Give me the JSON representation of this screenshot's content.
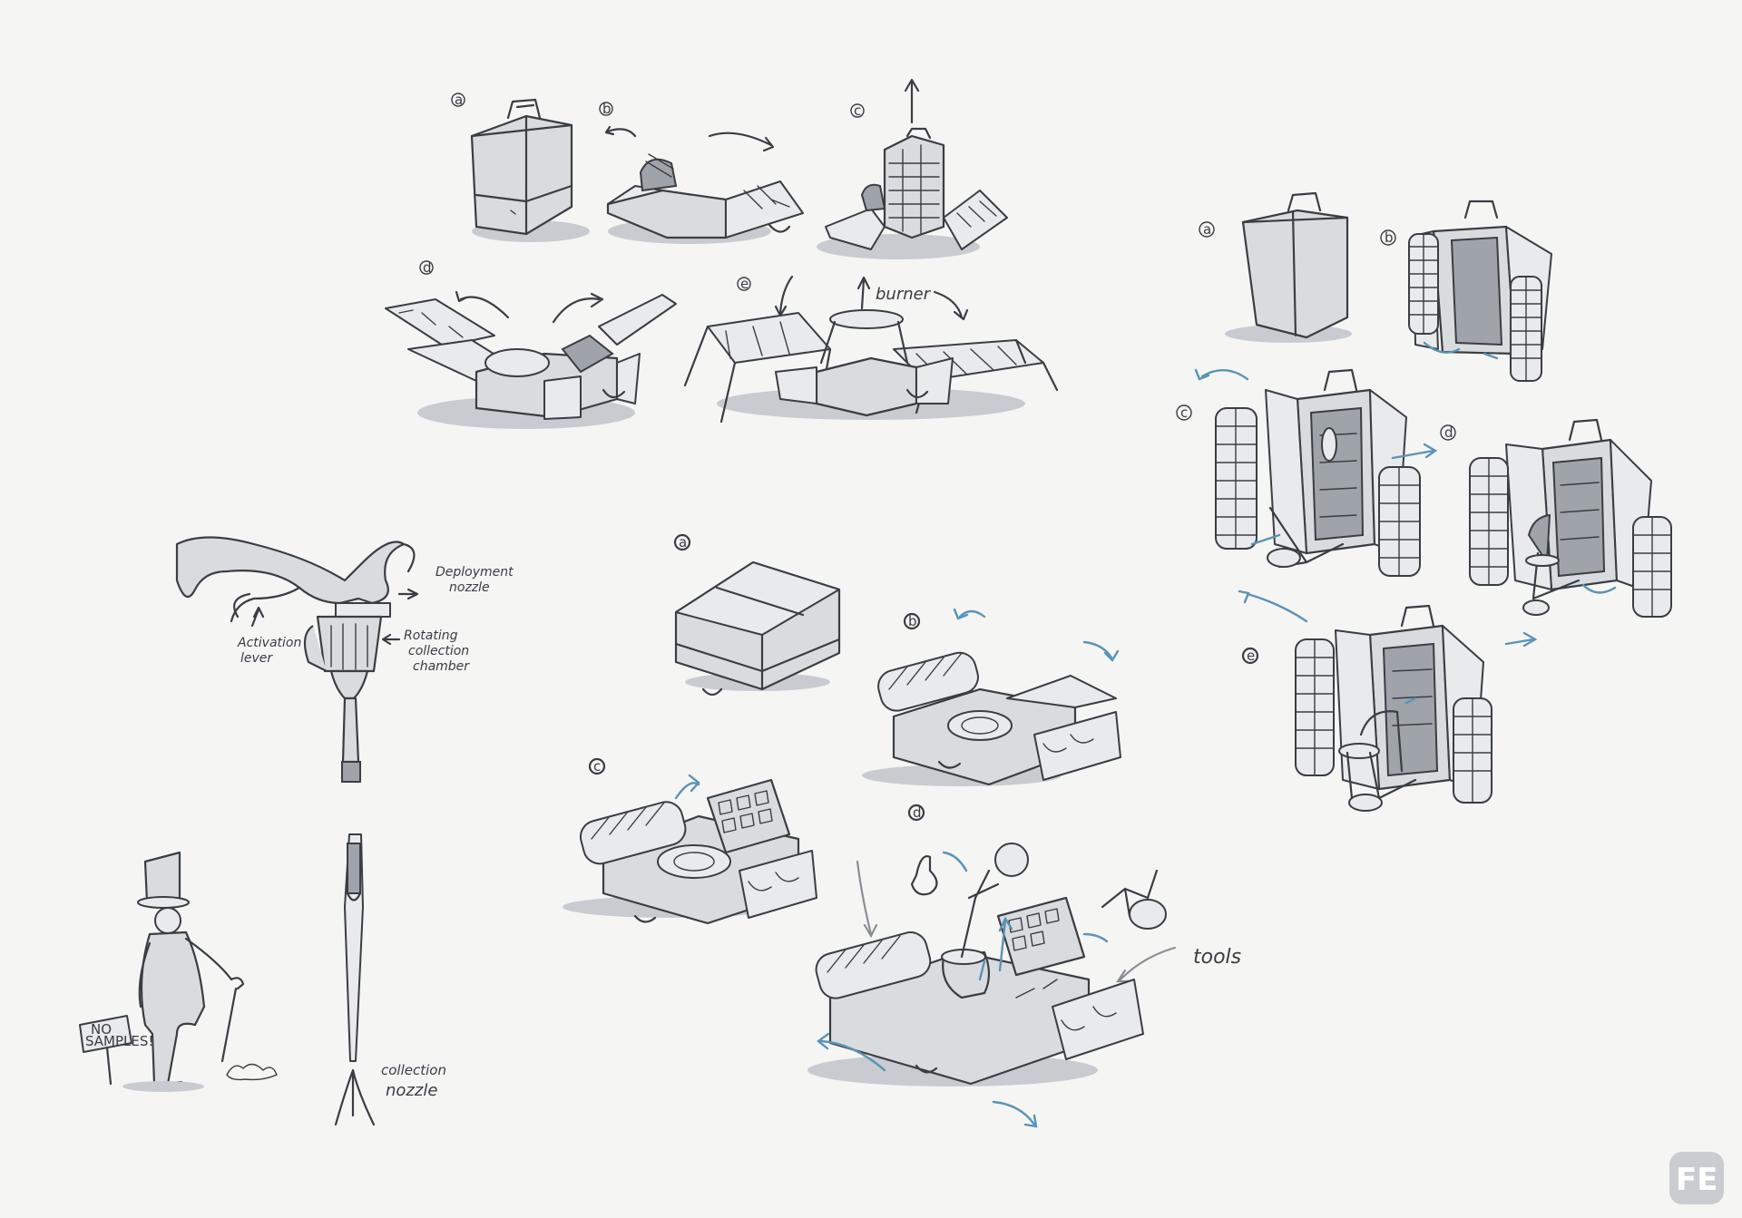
{
  "annotations": {
    "burner": "burner",
    "deployment_nozzle_1": "Deployment",
    "deployment_nozzle_2": "nozzle",
    "activation_lever_1": "Activation",
    "activation_lever_2": "lever",
    "rotating_chamber_1": "Rotating",
    "rotating_chamber_2": "collection",
    "rotating_chamber_3": "chamber",
    "collection_nozzle_1": "collection",
    "collection_nozzle_2": "nozzle",
    "tools": "tools",
    "sign_1": "NO",
    "sign_2": "SAMPLES!"
  },
  "step_markers": {
    "top_group": [
      "a",
      "b",
      "c",
      "d",
      "e"
    ],
    "right_group": [
      "a",
      "b",
      "c",
      "d",
      "e"
    ],
    "middle_group": [
      "a",
      "b",
      "c",
      "d"
    ]
  },
  "colors": {
    "ink": "#3a3d42",
    "shade": "#d9dcdf",
    "accent_blue": "#5b93b5",
    "paper": "#f5f5f4"
  },
  "logo": {
    "icon": "artist-monogram-icon",
    "text": "FE"
  }
}
